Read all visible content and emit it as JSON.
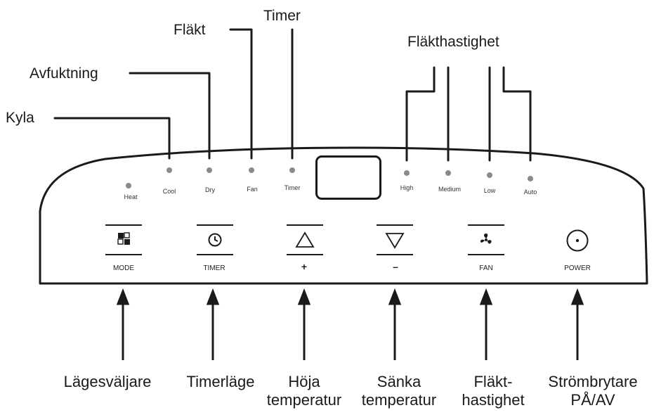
{
  "callouts": {
    "kyla": "Kyla",
    "avfuktning": "Avfuktning",
    "flakt": "Fläkt",
    "timer": "Timer",
    "flakthastighet": "Fläkthastighet"
  },
  "indicators": {
    "heat": "Heat",
    "cool": "Cool",
    "dry": "Dry",
    "fan": "Fan",
    "timer": "Timer",
    "high": "High",
    "medium": "Medium",
    "low": "Low",
    "auto": "Auto"
  },
  "buttons": {
    "mode": "MODE",
    "timer": "TIMER",
    "plus": "+",
    "minus": "–",
    "fan": "FAN",
    "power": "POWER"
  },
  "bottom_labels": {
    "mode": "Lägesväljare",
    "timer": "Timerläge",
    "raise": [
      "Höja",
      "temperatur"
    ],
    "lower": [
      "Sänka",
      "temperatur"
    ],
    "fan": [
      "Fläkt-",
      "hastighet"
    ],
    "power": [
      "Strömbrytare",
      "PÅ/AV"
    ]
  },
  "colors": {
    "line": "#1a1a1a",
    "indicator": "#8a8a8a"
  },
  "icons": [
    "mode-icon",
    "clock-icon",
    "triangle-up-icon",
    "triangle-down-icon",
    "fan-icon",
    "power-icon"
  ]
}
